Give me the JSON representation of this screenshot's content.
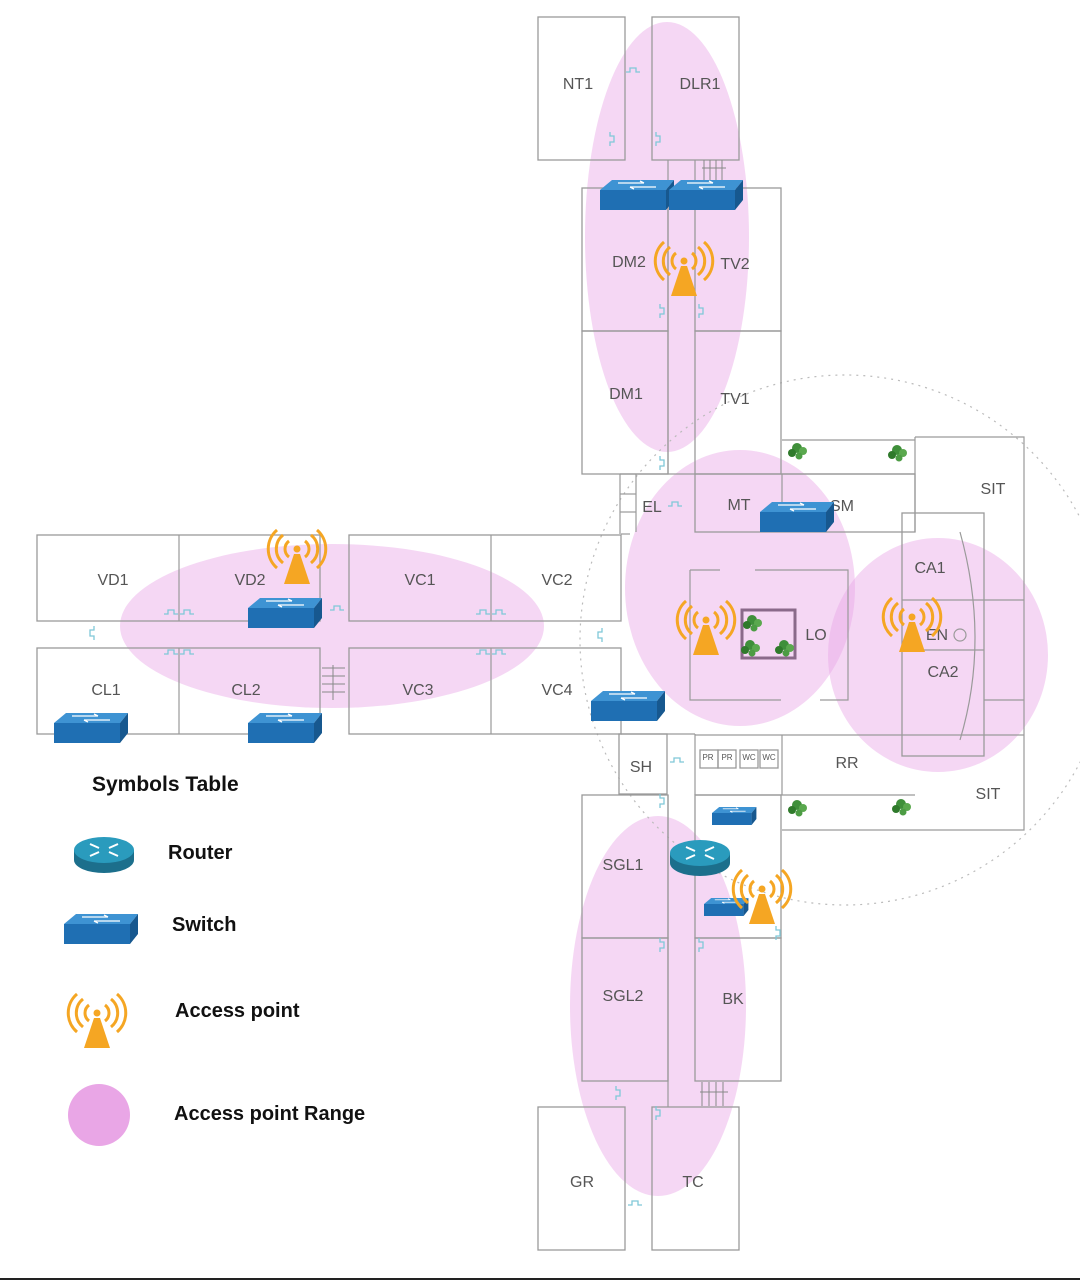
{
  "rooms": {
    "nt1": "NT1",
    "dlr1": "DLR1",
    "dm2": "DM2",
    "tv2": "TV2",
    "dm1": "DM1",
    "tv1": "TV1",
    "el": "EL",
    "mt": "MT",
    "sm": "SM",
    "sit_top": "SIT",
    "sit_bottom": "SIT",
    "vd1": "VD1",
    "vd2": "VD2",
    "vc1": "VC1",
    "vc2": "VC2",
    "cl1": "CL1",
    "cl2": "CL2",
    "vc3": "VC3",
    "vc4": "VC4",
    "lo": "LO",
    "ca1": "CA1",
    "en": "EN",
    "ca2": "CA2",
    "sh": "SH",
    "pr1": "PR",
    "pr2": "PR",
    "wc1": "WC",
    "wc2": "WC",
    "rr": "RR",
    "sgl1": "SGL1",
    "sgl2": "SGL2",
    "bk": "BK",
    "gr": "GR",
    "tc": "TC"
  },
  "legend": {
    "title": "Symbols Table",
    "router": "Router",
    "switch": "Switch",
    "access_point": "Access point",
    "range": "Access point Range"
  },
  "colors": {
    "range": "#e9a6e6",
    "switch": "#1f74b8",
    "router": "#2a86a6",
    "access_point": "#f5a623",
    "wall": "#9a9a9a"
  },
  "icons": [
    "router-icon",
    "switch-icon",
    "access-point-icon",
    "range-icon"
  ]
}
